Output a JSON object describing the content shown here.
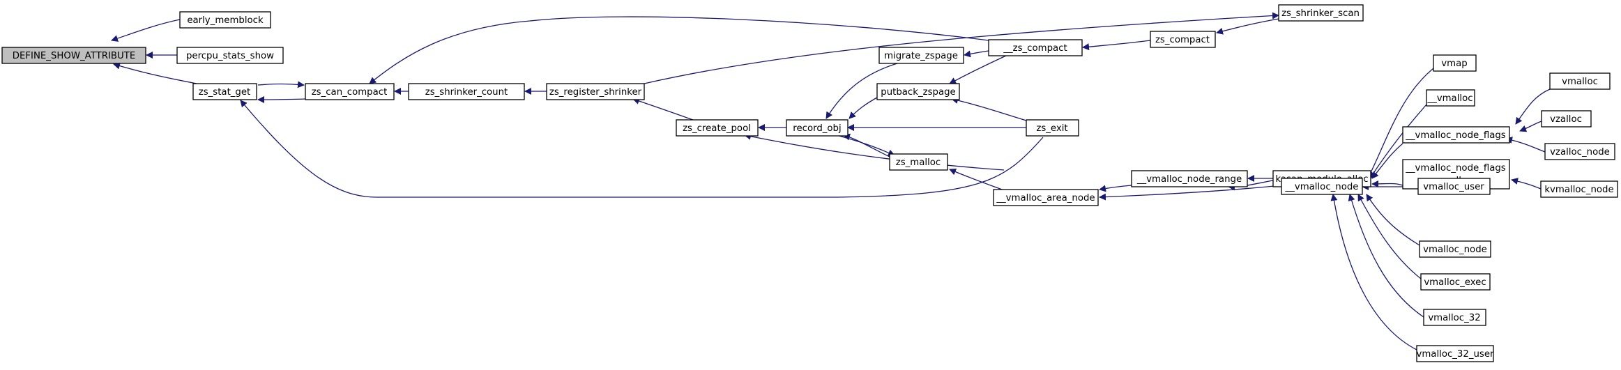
{
  "colors": {
    "edge": "#191970",
    "root_fill": "#bfbfbf",
    "node_fill": "#ffffff",
    "border": "#000000"
  },
  "nodes": {
    "n_define": {
      "label": "DEFINE_SHOW_ATTRIBUTE"
    },
    "n_early_memblock": {
      "label": "early_memblock"
    },
    "n_percpu_stats_show": {
      "label": "percpu_stats_show"
    },
    "n_zs_stat_get": {
      "label": "zs_stat_get"
    },
    "n_zs_can_compact": {
      "label": "zs_can_compact"
    },
    "n_zs_shrinker_count": {
      "label": "zs_shrinker_count"
    },
    "n_zs_register_shrinker": {
      "label": "zs_register_shrinker"
    },
    "n_zs_create_pool": {
      "label": "zs_create_pool"
    },
    "n_record_obj": {
      "label": "record_obj"
    },
    "n_migrate_zspage": {
      "label": "migrate_zspage"
    },
    "n_putback_zspage": {
      "label": "putback_zspage"
    },
    "n_zs_malloc": {
      "label": "zs_malloc"
    },
    "n___zs_compact": {
      "label": "__zs_compact"
    },
    "n_zs_compact": {
      "label": "zs_compact"
    },
    "n_zs_shrinker_scan": {
      "label": "zs_shrinker_scan"
    },
    "n_zs_exit": {
      "label": "zs_exit"
    },
    "n___vmalloc_area_node": {
      "label": "__vmalloc_area_node"
    },
    "n___vmalloc_node_range": {
      "label": "__vmalloc_node_range"
    },
    "n_kasan_module_alloc": {
      "label": "kasan_module_alloc"
    },
    "n___vmalloc_node": {
      "label": "__vmalloc_node"
    },
    "n_vmap": {
      "label": "vmap"
    },
    "n___vmalloc": {
      "label": "__vmalloc"
    },
    "n___vmalloc_node_flags": {
      "label": "__vmalloc_node_flags"
    },
    "n___vmalloc_node_flags_caller_1": {
      "label": "__vmalloc_node_flags"
    },
    "n___vmalloc_node_flags_caller_2": {
      "label": "_caller"
    },
    "n_vmalloc": {
      "label": "vmalloc"
    },
    "n_vzalloc": {
      "label": "vzalloc"
    },
    "n_vzalloc_node": {
      "label": "vzalloc_node"
    },
    "n_kvmalloc_node": {
      "label": "kvmalloc_node"
    },
    "n_vmalloc_user": {
      "label": "vmalloc_user"
    },
    "n_vmalloc_node": {
      "label": "vmalloc_node"
    },
    "n_vmalloc_exec": {
      "label": "vmalloc_exec"
    },
    "n_vmalloc_32": {
      "label": "vmalloc_32"
    },
    "n_vmalloc_32_user": {
      "label": "vmalloc_32_user"
    }
  }
}
